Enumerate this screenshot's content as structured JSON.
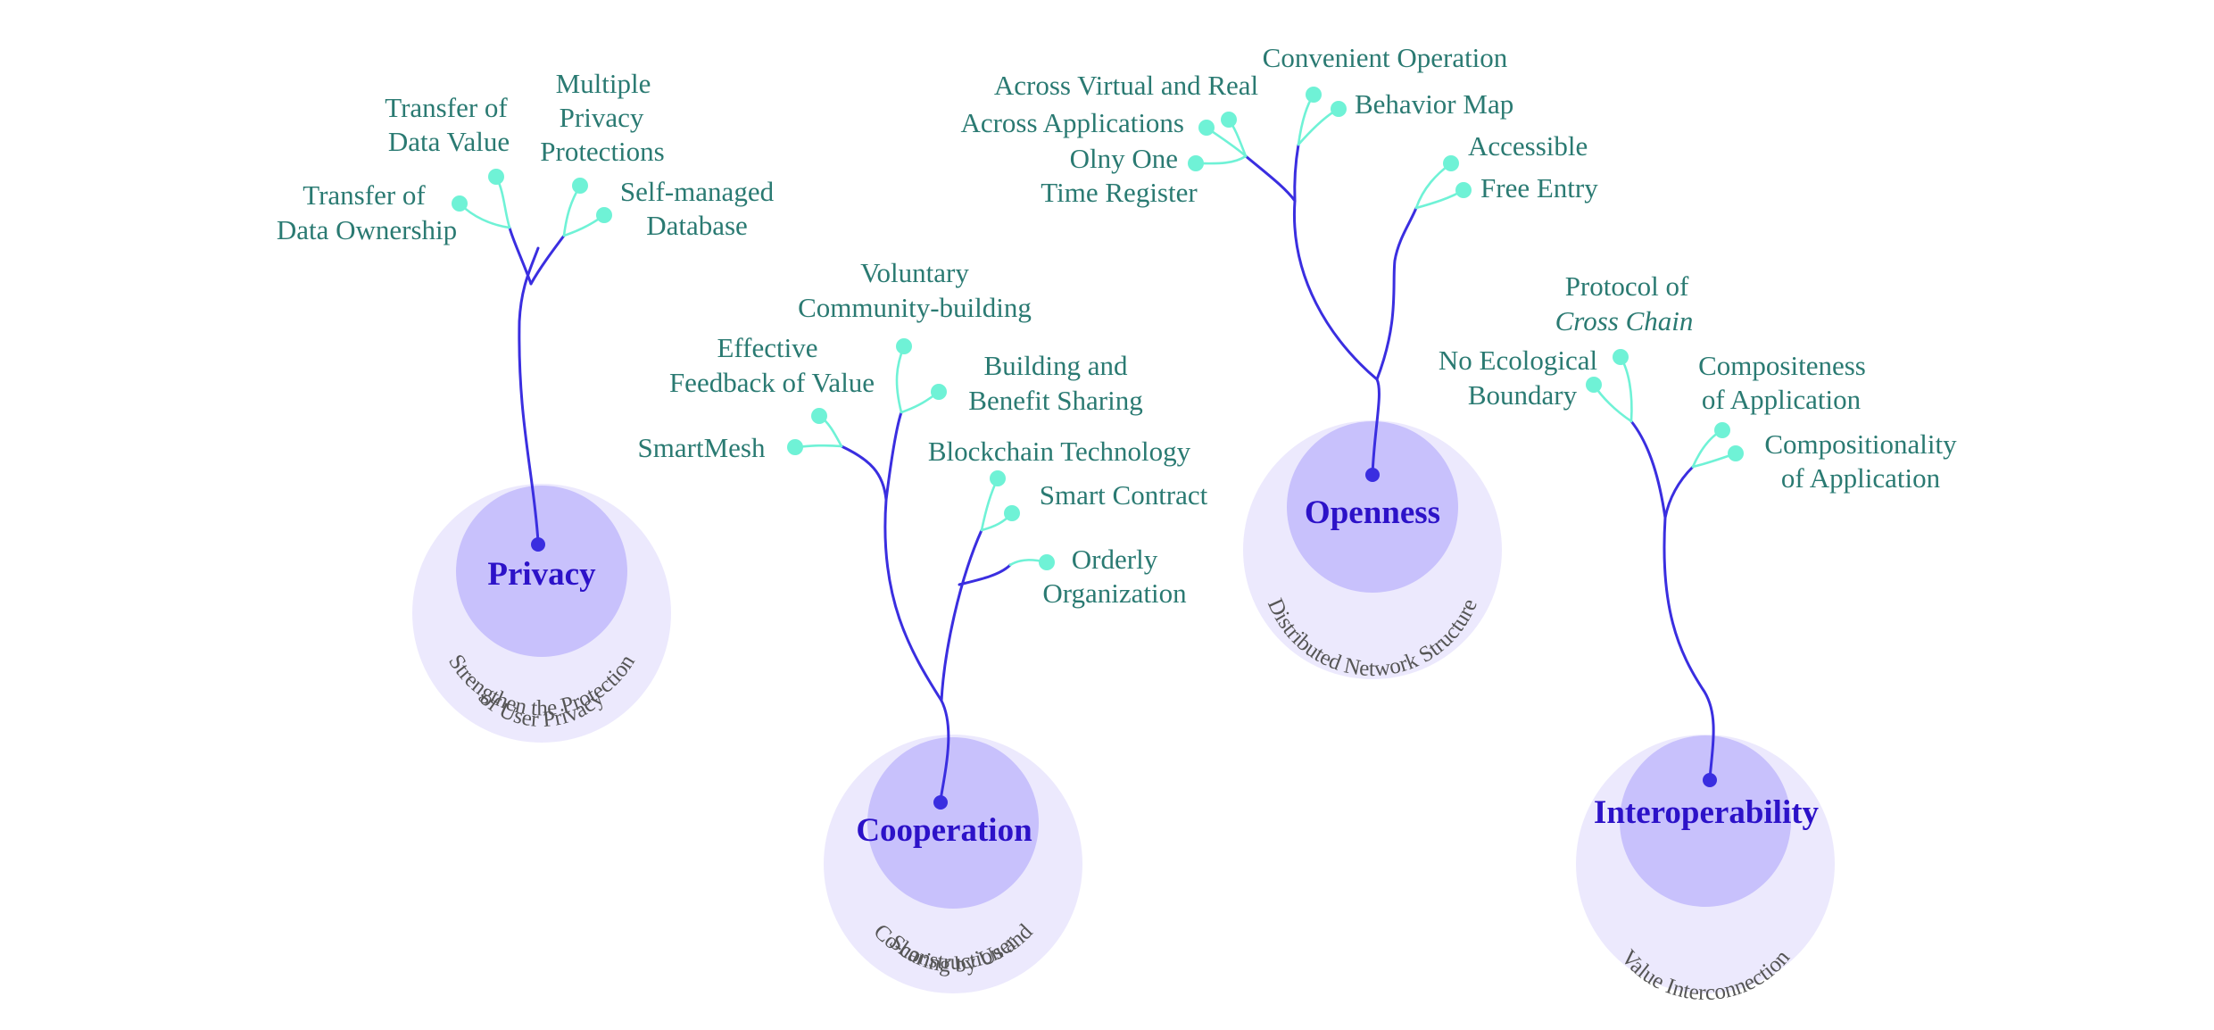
{
  "topics": [
    {
      "title": "Privacy",
      "subtitle": "Strengthen the Protection of User Privacy",
      "ring_lines": [
        "Strengthen the Protection",
        "of User Privacy"
      ],
      "leaves": [
        {
          "lines": [
            "Transfer of",
            "Data Value"
          ]
        },
        {
          "lines": [
            "Multiple",
            "Privacy",
            "Protections"
          ]
        },
        {
          "lines": [
            "Transfer of",
            "Data Ownership"
          ]
        },
        {
          "lines": [
            "Self-managed",
            "Database"
          ]
        }
      ]
    },
    {
      "title": "Cooperation",
      "subtitle": "Co-construction and Sharing by User",
      "ring_lines": [
        "Co-construction and",
        "Sharing by User"
      ],
      "leaves": [
        {
          "lines": [
            "Voluntary",
            "Community-building"
          ]
        },
        {
          "lines": [
            "Effective",
            "Feedback of Value"
          ]
        },
        {
          "lines": [
            "Building and",
            "Benefit Sharing"
          ]
        },
        {
          "lines": [
            "SmartMesh"
          ]
        },
        {
          "lines": [
            "Blockchain Technology"
          ]
        },
        {
          "lines": [
            "Smart Contract"
          ]
        },
        {
          "lines": [
            "Orderly",
            "Organization"
          ]
        }
      ]
    },
    {
      "title": "Openness",
      "subtitle": "Distributed Network Structure",
      "ring_lines": [
        "Distributed Network Structure"
      ],
      "leaves": [
        {
          "lines": [
            "Across Virtual and Real"
          ]
        },
        {
          "lines": [
            "Convenient Operation"
          ]
        },
        {
          "lines": [
            "Behavior Map"
          ]
        },
        {
          "lines": [
            "Across Applications"
          ]
        },
        {
          "lines": [
            "Olny One",
            "Time Register"
          ]
        },
        {
          "lines": [
            "Accessible"
          ]
        },
        {
          "lines": [
            "Free Entry"
          ]
        }
      ]
    },
    {
      "title": "Interoperability",
      "subtitle": "Value Interconnection",
      "ring_lines": [
        "Value Interconnection"
      ],
      "leaves": [
        {
          "lines": [
            "Protocol of",
            "Cross Chain"
          ]
        },
        {
          "lines": [
            "No Ecological",
            "Boundary"
          ]
        },
        {
          "lines": [
            "Compositeness",
            "of Application"
          ]
        },
        {
          "lines": [
            "Compositionality",
            "of Application"
          ]
        }
      ]
    }
  ],
  "colors": {
    "branch": "#3a2ee0",
    "leaf": "#6ff2d6",
    "label_text": "#2a7a72",
    "title_text": "#2c12c8",
    "outer_circle": "#ece9fd",
    "inner_circle": "#c8c1fc",
    "ring_text": "#555555"
  }
}
